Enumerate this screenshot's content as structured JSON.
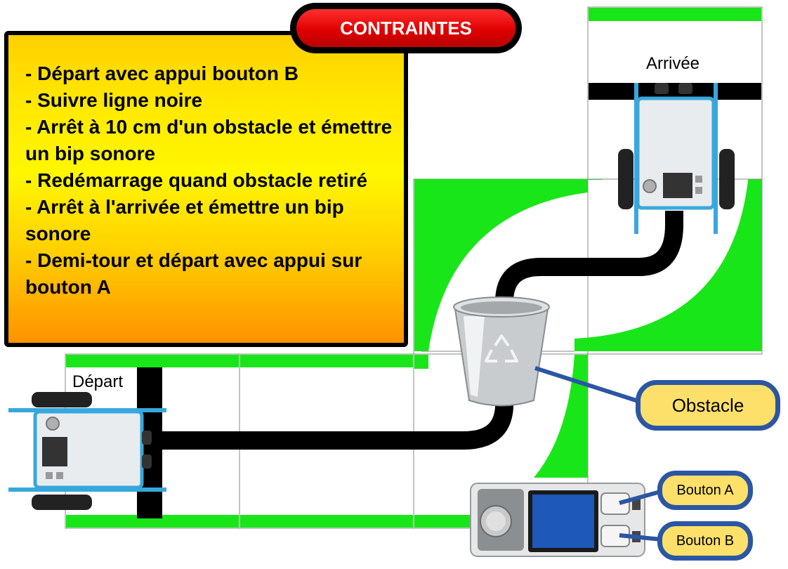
{
  "title": "CONTRAINTES",
  "constraints": [
    "- Départ avec appui bouton B",
    "- Suivre ligne noire",
    "- Arrêt à 10 cm d'un obstacle et émettre un bip sonore",
    "- Redémarrage quand obstacle retiré",
    "- Arrêt à l'arrivée et émettre un bip sonore",
    "- Demi-tour et départ avec appui sur bouton A"
  ],
  "labels": {
    "depart": "Départ",
    "arrivee": "Arrivée",
    "obstacle": "Obstacle",
    "bouton_a": "Bouton A",
    "bouton_b": "Bouton B"
  },
  "colors": {
    "track_border": "#19e619",
    "line": "#000000",
    "callout": "#2b56a4",
    "callout_fill": "#fde06a",
    "robot_frame": "#38a8dc"
  },
  "icons": [
    "robot",
    "recycle-bin",
    "microcontroller-board",
    "recycle-icon"
  ]
}
